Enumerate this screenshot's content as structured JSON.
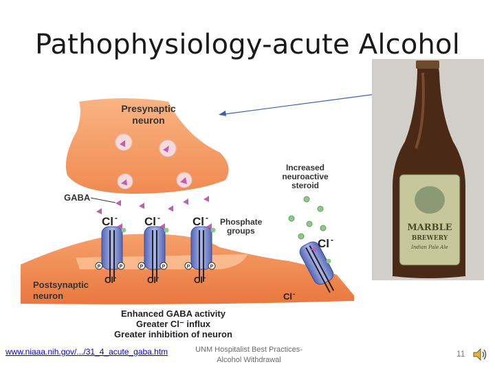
{
  "slide": {
    "title": "Pathophysiology-acute Alcohol",
    "diagram": {
      "presynaptic": [
        "Presynaptic",
        "neuron"
      ],
      "postsynaptic": [
        "Postsynaptic",
        "neuron"
      ],
      "gaba": "GABA",
      "cl_label": "Cl",
      "cl_sup": "-",
      "phosphate": [
        "Phosphate",
        "groups"
      ],
      "phospho_mark": "P",
      "steroid": [
        "Increased",
        "neuroactive",
        "steroid"
      ],
      "summary": [
        "Enhanced GABA activity",
        "Greater Cl⁻ influx",
        "Greater inhibition of neuron"
      ]
    },
    "bottle_label": [
      "MARBLE",
      "BREWERY",
      "Indian Pale Ale"
    ],
    "footer": {
      "link": "www.niaaa.nih.gov/.../31_4_acute_gaba.htm",
      "center_line1": "UNM Hospitalist Best Practices-",
      "center_line2": "Alcohol Withdrawal",
      "page": "11"
    },
    "colors": {
      "neuron": "#f7a36e",
      "neuron_dark": "#e8743e",
      "channel": "#7f8fcf",
      "vesicle": "#f4d6d8",
      "gaba": "#c25db0",
      "steroid": "#8fc98a",
      "arrow": "#3b5fb8"
    },
    "icons": [
      "speaker-icon"
    ]
  }
}
